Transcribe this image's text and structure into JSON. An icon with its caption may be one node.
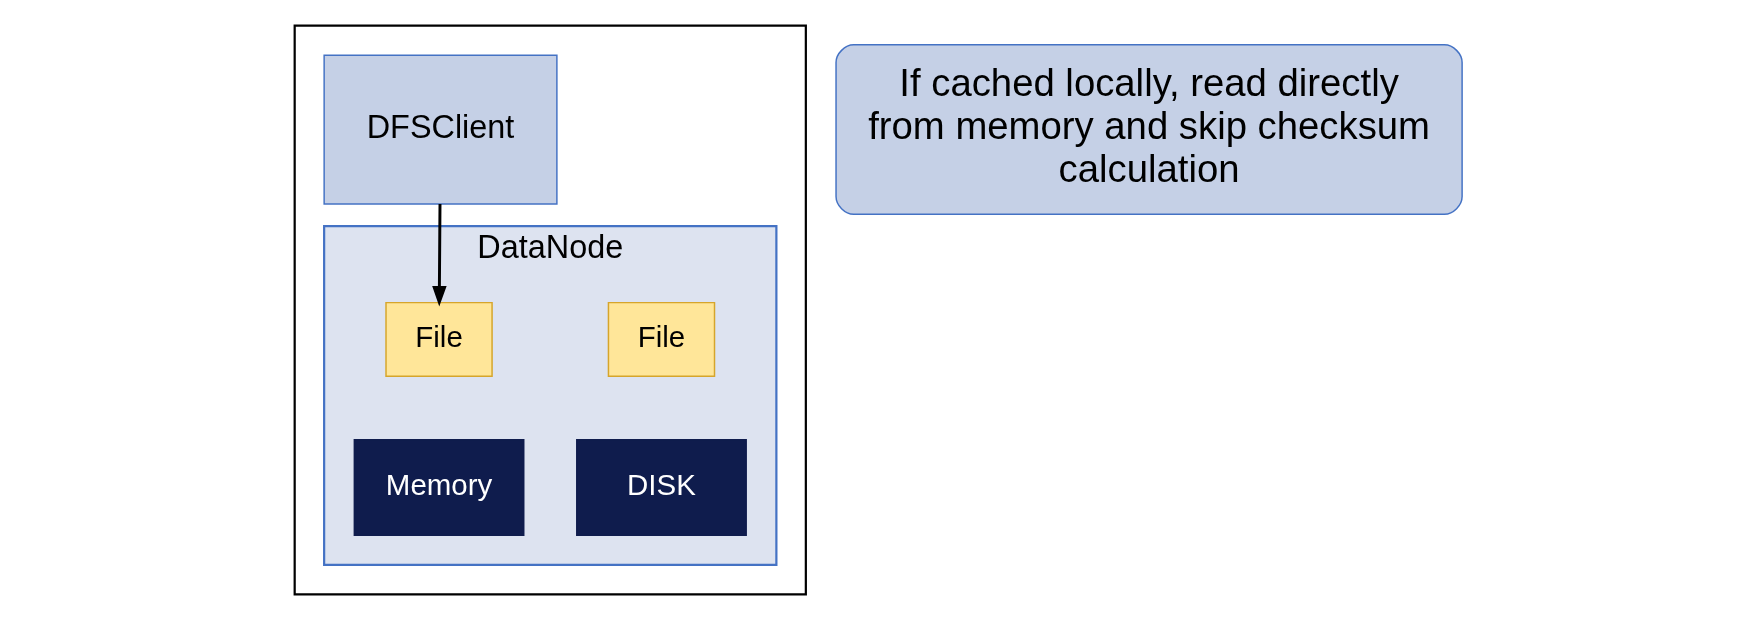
{
  "diagram": {
    "nodes": [
      {
        "text": [],
        "shape": "box"
      },
      {
        "text": [
          "DFSClient"
        ],
        "in": 0
      },
      {
        "text": [
          "DataNode"
        ],
        "in": 0
      },
      {
        "text": [
          "File"
        ],
        "in": 2
      },
      {
        "text": [
          "DISK"
        ],
        "in": 2
      },
      {
        "text": [
          "File"
        ],
        "in": 2
      },
      {
        "text": [
          "Memory"
        ],
        "in": 2
      },
      {
        "text": [
          "If cached locally, read directly from memory and skip checksum calculation"
        ]
      }
    ],
    "edges": [
      {
        "from": 1,
        "to": 5,
        "arrow": "to"
      }
    ]
  }
}
